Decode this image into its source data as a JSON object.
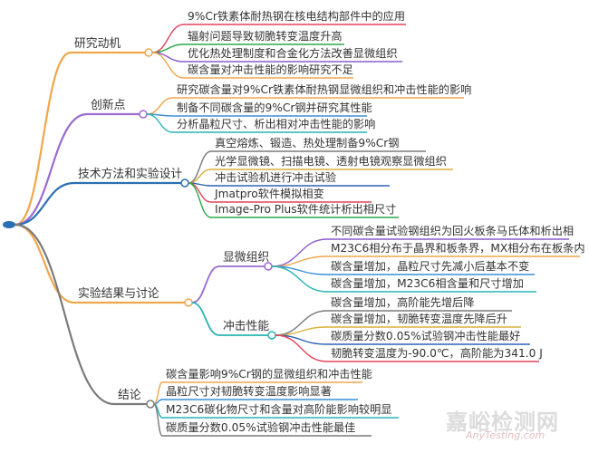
{
  "mindmap": {
    "branches": [
      {
        "label": "研究动机",
        "color": "#f0a64c",
        "children": [
          "9%Cr铁素体耐热钢在核电结构部件中的应用",
          "辐射问题导致韧脆转变温度升高",
          "优化热处理制度和合金化方法改善显微组织",
          "碳含量对冲击性能的影响研究不足"
        ]
      },
      {
        "label": "创新点",
        "color": "#9b6bd0",
        "children": [
          "研究碳含量对9%Cr铁素体耐热钢显微组织和冲击性能的影响",
          "制备不同碳含量的9%Cr钢并研究其性能",
          "分析晶粒尺寸、析出相对冲击性能的影响"
        ]
      },
      {
        "label": "技术方法和实验设计",
        "color": "#2a6fb3",
        "children": [
          "真空熔炼、锻造、热处理制备9%Cr钢",
          "光学显微镜、扫描电镜、透射电镜观察显微组织",
          "冲击试验机进行冲击试验",
          "Jmatpro软件模拟相变",
          "Image-Pro Plus软件统计析出相尺寸"
        ]
      },
      {
        "label": "实验结果与讨论",
        "color": "#f0a64c",
        "subbranches": [
          {
            "label": "显微组织",
            "children": [
              "不同碳含量试验钢组织为回火板条马氏体和析出相",
              "M23C6相分布于晶界和板条界，MX相分布在板条内",
              "碳含量增加，晶粒尺寸先减小后基本不变",
              "碳含量增加，M23C6相含量和尺寸增加"
            ]
          },
          {
            "label": "冲击性能",
            "children": [
              "碳含量增加，高阶能先增后降",
              "碳含量增加，韧脆转变温度先降后升",
              "碳质量分数0.05%试验钢冲击性能最好",
              "韧脆转变温度为-90.0℃，高阶能为341.0 J"
            ]
          }
        ]
      },
      {
        "label": "结论",
        "color": "#7a7a7a",
        "children": [
          "碳含量影响9%Cr钢的显微组织和冲击性能",
          "晶粒尺寸对韧脆转变温度影响显著",
          "M23C6碳化物尺寸和含量对高阶能影响较明显",
          "碳质量分数0.05%试验钢冲击性能最佳"
        ]
      }
    ]
  },
  "watermark": {
    "cn": "嘉峪检测网",
    "en": "AnyTesting.com"
  }
}
